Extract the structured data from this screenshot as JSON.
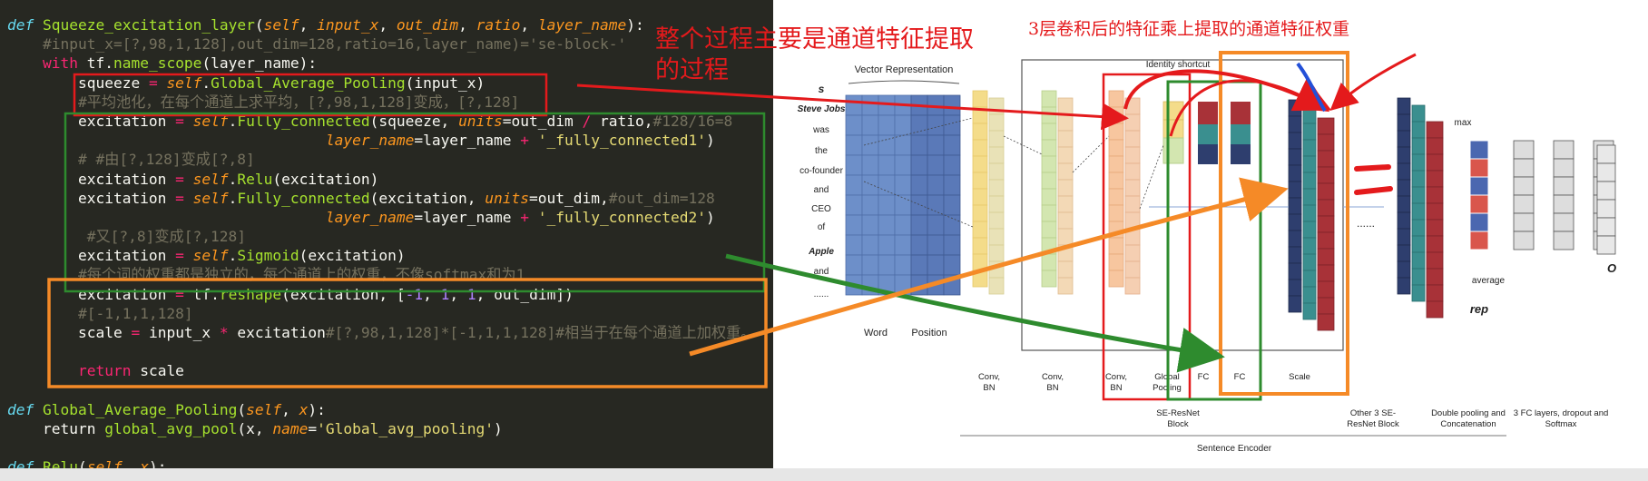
{
  "code_lines": [
    [
      [
        "def ",
        "kw"
      ],
      [
        "Squeeze_excitation_layer",
        "fn"
      ],
      [
        "(",
        ""
      ],
      [
        "self",
        "sf"
      ],
      [
        ", ",
        ""
      ],
      [
        "input_x",
        "pr"
      ],
      [
        ", ",
        ""
      ],
      [
        "out_dim",
        "pr"
      ],
      [
        ", ",
        ""
      ],
      [
        "ratio",
        "pr"
      ],
      [
        ", ",
        ""
      ],
      [
        "layer_name",
        "pr"
      ],
      [
        "):",
        ""
      ]
    ],
    [
      [
        "    #input_x=[?,98,1,128],out_dim=128,ratio=16,layer_name)='se-block-'",
        "cm"
      ]
    ],
    [
      [
        "    ",
        ""
      ],
      [
        "with ",
        "kr"
      ],
      [
        "tf.",
        ""
      ],
      [
        "name_scope",
        "fn"
      ],
      [
        "(layer_name):",
        ""
      ]
    ],
    [
      [
        "        squeeze ",
        ""
      ],
      [
        "= ",
        "op"
      ],
      [
        "self",
        "sf"
      ],
      [
        ".",
        ""
      ],
      [
        "Global_Average_Pooling",
        "fn"
      ],
      [
        "(input_x)",
        ""
      ]
    ],
    [
      [
        "        #平均池化，在每个通道上求平均，[?,98,1,128]变成，[?,128]",
        "cm"
      ]
    ],
    [
      [
        "        excitation ",
        ""
      ],
      [
        "= ",
        "op"
      ],
      [
        "self",
        "sf"
      ],
      [
        ".",
        ""
      ],
      [
        "Fully_connected",
        "fn"
      ],
      [
        "(squeeze, ",
        ""
      ],
      [
        "units",
        "pr"
      ],
      [
        "=out_dim ",
        ""
      ],
      [
        "/ ",
        "op"
      ],
      [
        "ratio,",
        ""
      ],
      [
        "#128/16=8",
        "cm"
      ]
    ],
    [
      [
        "                                    ",
        ""
      ],
      [
        "layer_name",
        "pr"
      ],
      [
        "=layer_name ",
        ""
      ],
      [
        "+ ",
        "op"
      ],
      [
        "'_fully_connected1'",
        "st"
      ],
      [
        ")",
        ""
      ]
    ],
    [
      [
        "        # #由[?,128]变成[?,8]",
        "cm"
      ]
    ],
    [
      [
        "        excitation ",
        ""
      ],
      [
        "= ",
        "op"
      ],
      [
        "self",
        "sf"
      ],
      [
        ".",
        ""
      ],
      [
        "Relu",
        "fn"
      ],
      [
        "(excitation)",
        ""
      ]
    ],
    [
      [
        "        excitation ",
        ""
      ],
      [
        "= ",
        "op"
      ],
      [
        "self",
        "sf"
      ],
      [
        ".",
        ""
      ],
      [
        "Fully_connected",
        "fn"
      ],
      [
        "(excitation, ",
        ""
      ],
      [
        "units",
        "pr"
      ],
      [
        "=out_dim,",
        ""
      ],
      [
        "#out_dim=128",
        "cm"
      ]
    ],
    [
      [
        "                                    ",
        ""
      ],
      [
        "layer_name",
        "pr"
      ],
      [
        "=layer_name ",
        ""
      ],
      [
        "+ ",
        "op"
      ],
      [
        "'_fully_connected2'",
        "st"
      ],
      [
        ")",
        ""
      ]
    ],
    [
      [
        "         #又[?,8]变成[?,128]",
        "cm"
      ]
    ],
    [
      [
        "        excitation ",
        ""
      ],
      [
        "= ",
        "op"
      ],
      [
        "self",
        "sf"
      ],
      [
        ".",
        ""
      ],
      [
        "Sigmoid",
        "fn"
      ],
      [
        "(excitation)",
        ""
      ]
    ],
    [
      [
        "        #每个词的权重都是独立的，每个通道上的权重，不像softmax和为1",
        "cm"
      ]
    ],
    [
      [
        "        excitation ",
        ""
      ],
      [
        "= ",
        "op"
      ],
      [
        "tf.",
        ""
      ],
      [
        "reshape",
        "fn"
      ],
      [
        "(excitation, [",
        ""
      ],
      [
        "-1",
        "nm"
      ],
      [
        ", ",
        ""
      ],
      [
        "1",
        "nm"
      ],
      [
        ", ",
        ""
      ],
      [
        "1",
        "nm"
      ],
      [
        ", out_dim])",
        ""
      ]
    ],
    [
      [
        "        #[-1,1,1,128]",
        "cm"
      ]
    ],
    [
      [
        "        scale ",
        ""
      ],
      [
        "= ",
        "op"
      ],
      [
        "input_x ",
        ""
      ],
      [
        "* ",
        "op"
      ],
      [
        "excitation",
        ""
      ],
      [
        "#[?,98,1,128]*[-1,1,1,128]#相当于在每个通道上加权重。",
        "cm"
      ]
    ],
    [
      [
        "",
        ""
      ]
    ],
    [
      [
        "        ",
        ""
      ],
      [
        "return ",
        "kr"
      ],
      [
        "scale",
        ""
      ]
    ],
    [
      [
        "",
        ""
      ]
    ],
    [
      [
        "def ",
        "kw"
      ],
      [
        "Global_Average_Pooling",
        "fn"
      ],
      [
        "(",
        ""
      ],
      [
        "self",
        "sf"
      ],
      [
        ", ",
        ""
      ],
      [
        "x",
        "pr"
      ],
      [
        "):",
        ""
      ]
    ],
    [
      [
        "    return ",
        ""
      ],
      [
        "global_avg_pool",
        "fn"
      ],
      [
        "(x, ",
        ""
      ],
      [
        "name",
        "pr"
      ],
      [
        "=",
        ""
      ],
      [
        "'Global_avg_pooling'",
        "st"
      ],
      [
        ")",
        ""
      ]
    ],
    [
      [
        "",
        ""
      ]
    ],
    [
      [
        "def ",
        "kw"
      ],
      [
        "Relu",
        "fn"
      ],
      [
        "(",
        ""
      ],
      [
        "self",
        "sf"
      ],
      [
        ", ",
        ""
      ],
      [
        "x",
        "pr"
      ],
      [
        "):",
        ""
      ]
    ]
  ],
  "annotations": {
    "main": [
      "整个过程主要是通道特征提取",
      "的过程"
    ],
    "top": "3层卷积后的特征乘上提取的通道特征权重"
  },
  "diagram": {
    "vector_representation": "Vector Representation",
    "identity_shortcut": "Identity shortcut",
    "sentence_words": [
      "s",
      "Steve Jobs",
      "was",
      "the",
      "co-founder",
      "and",
      "CEO",
      "of",
      "Apple",
      "and",
      "......"
    ],
    "word_label": "Word",
    "position_label": "Position",
    "ellipsis": "......",
    "max_label": "max",
    "average_label": "average",
    "rep_label": "rep",
    "output_label": "O",
    "layers": [
      [
        "Conv,",
        "BN"
      ],
      [
        "Conv,",
        "BN"
      ],
      [
        "Conv,",
        "BN"
      ],
      [
        "Global",
        "Pooling"
      ],
      [
        "FC"
      ],
      [
        "FC"
      ],
      [
        "Scale"
      ]
    ],
    "se_resnet_block": [
      "SE-ResNet",
      "Block"
    ],
    "other_blocks": [
      "Other 3 SE-",
      "ResNet Block"
    ],
    "double_pooling": [
      "Double pooling and",
      "Concatenation"
    ],
    "fc_layers": [
      "3 FC layers, dropout and",
      "Softmax"
    ],
    "sentence_encoder": "Sentence Encoder"
  },
  "colors": {
    "annotation_red": "#e41a1c",
    "annotation_orange": "#f58a27",
    "annotation_green": "#2e8b2e",
    "annotation_blue": "#2350d8",
    "word_blue": "#6d8fc9",
    "conv_yellow": "#f4dc8a",
    "conv_green": "#d3e6b0",
    "conv_orange": "#f7c69f",
    "teal": "#3a8f8f",
    "navy": "#2e3e6e",
    "dark_red": "#a83238"
  }
}
